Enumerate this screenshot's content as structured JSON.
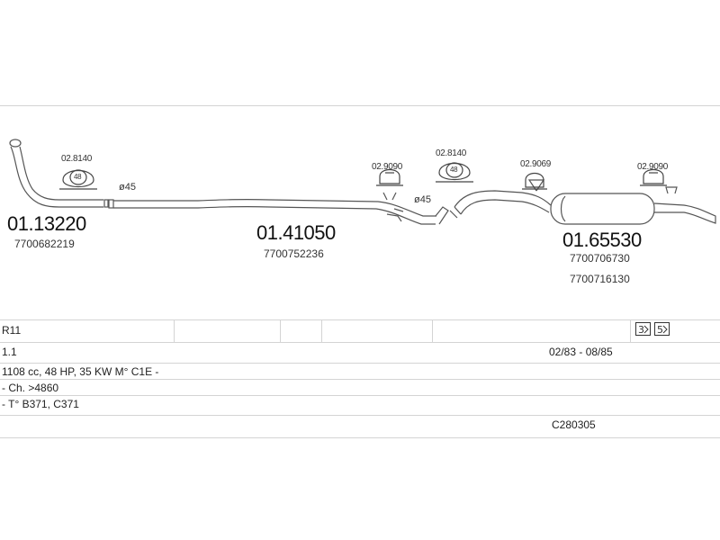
{
  "diagram": {
    "parts": [
      {
        "number": "01.13220",
        "oem": [
          "7700682219"
        ]
      },
      {
        "number": "01.41050",
        "oem": [
          "7700752236"
        ]
      },
      {
        "number": "01.65530",
        "oem": [
          "7700706730",
          "7700716130"
        ]
      }
    ],
    "accessories": [
      {
        "number": "02.8140",
        "badge": "48"
      },
      {
        "number": "02.9090"
      },
      {
        "number": "02.8140",
        "badge": "48"
      },
      {
        "number": "02.9069"
      },
      {
        "number": "02.9090"
      }
    ],
    "diameters": [
      "ø45",
      "ø45"
    ]
  },
  "table": {
    "model": "R11",
    "engine": "1.1",
    "years": "02/83 - 08/85",
    "spec": "1108 cc, 48 HP, 35 KW M° C1E -",
    "chassis": "- Ch. >4860",
    "types": "- T° B371, C371",
    "code": "C280305",
    "icons": [
      "fitting-instructions-icon",
      "parts-info-icon"
    ]
  }
}
